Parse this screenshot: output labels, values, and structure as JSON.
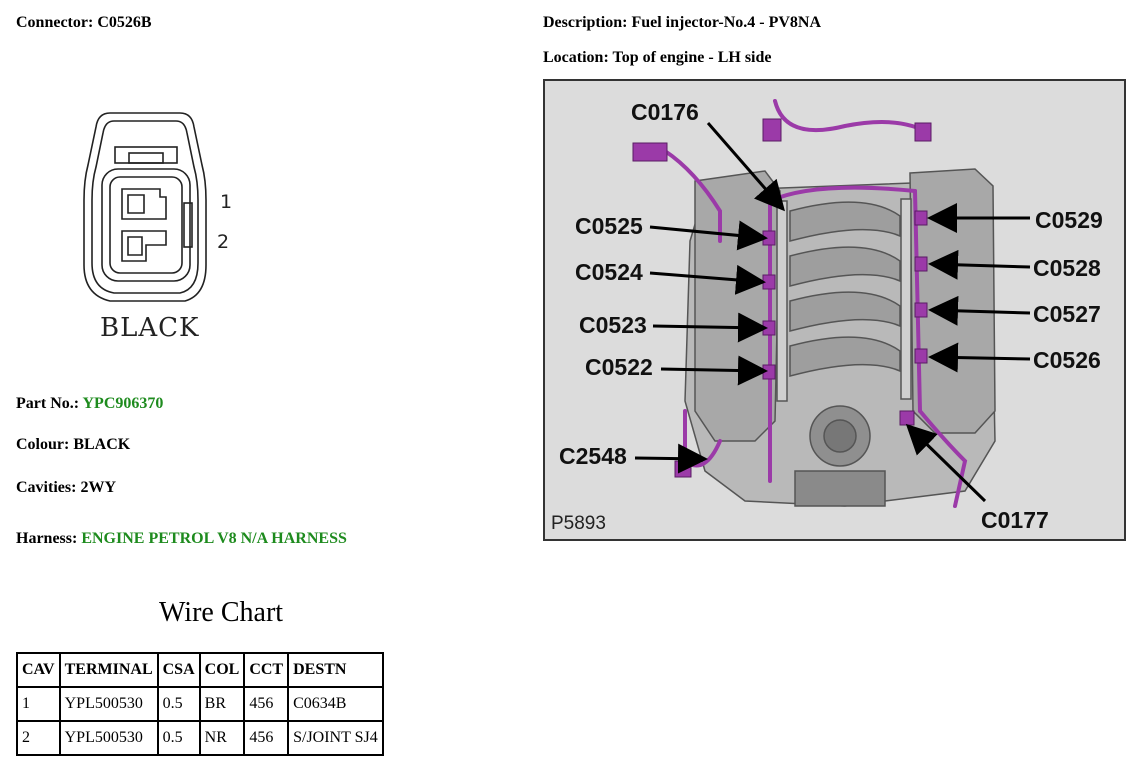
{
  "connector": {
    "label": "Connector:",
    "value": "C0526B"
  },
  "description": {
    "label": "Description:",
    "value": "Fuel injector-No.4 - PV8NA"
  },
  "location": {
    "label": "Location:",
    "value": "Top of engine - LH side"
  },
  "connector_face": {
    "pin_labels": [
      "1",
      "2"
    ],
    "color_label": "BLACK"
  },
  "part": {
    "label": "Part No.:",
    "value": "YPC906370"
  },
  "colour": {
    "label": "Colour:",
    "value": "BLACK"
  },
  "cavities": {
    "label": "Cavities:",
    "value": "2WY"
  },
  "harness": {
    "label": "Harness:",
    "value": "ENGINE PETROL V8 N/A HARNESS"
  },
  "wire_chart": {
    "title": "Wire Chart",
    "headers": [
      "CAV",
      "TERMINAL",
      "CSA",
      "COL",
      "CCT",
      "DESTN"
    ],
    "rows": [
      [
        "1",
        "YPL500530",
        "0.5",
        "BR",
        "456",
        "C0634B"
      ],
      [
        "2",
        "YPL500530",
        "0.5",
        "NR",
        "456",
        "S/JOINT SJ4"
      ]
    ]
  },
  "engine_figure": {
    "figure_id": "P5893",
    "callouts": [
      "C0176",
      "C0525",
      "C0524",
      "C0523",
      "C0522",
      "C2548",
      "C0529",
      "C0528",
      "C0527",
      "C0526",
      "C0177"
    ]
  },
  "colors": {
    "value_green": "#1e8b1e",
    "harness_purple": "#9b3aa8"
  }
}
